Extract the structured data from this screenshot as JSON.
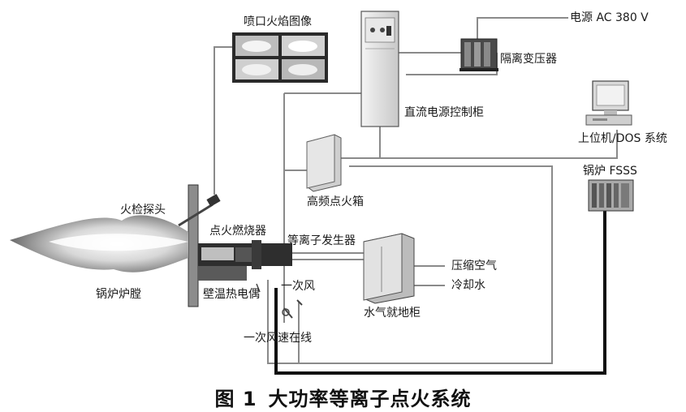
{
  "labels": {
    "nozzle_flame_image": "喷口火焰图像",
    "power_source": "电源 AC 380 V",
    "isolation_transformer": "隔离变压器",
    "dc_control_cabinet": "直流电源控制柜",
    "host_dos": "上位机/DOS 系统",
    "boiler_fsss": "锅炉 FSSS",
    "flame_detector": "火检探头",
    "hf_ignition_box": "高频点火箱",
    "ignition_burner": "点火燃烧器",
    "plasma_generator": "等离子发生器",
    "compressed_air": "压缩空气",
    "cooling_water": "冷却水",
    "boiler_furnace": "锅炉炉膛",
    "wall_thermocouple": "壁温热电偶",
    "primary_air": "一次风",
    "water_gas_cabinet": "水气就地柜",
    "primary_air_speed": "一次风速在线"
  },
  "caption": {
    "number": "图 1",
    "title": "大功率等离子点火系统"
  }
}
